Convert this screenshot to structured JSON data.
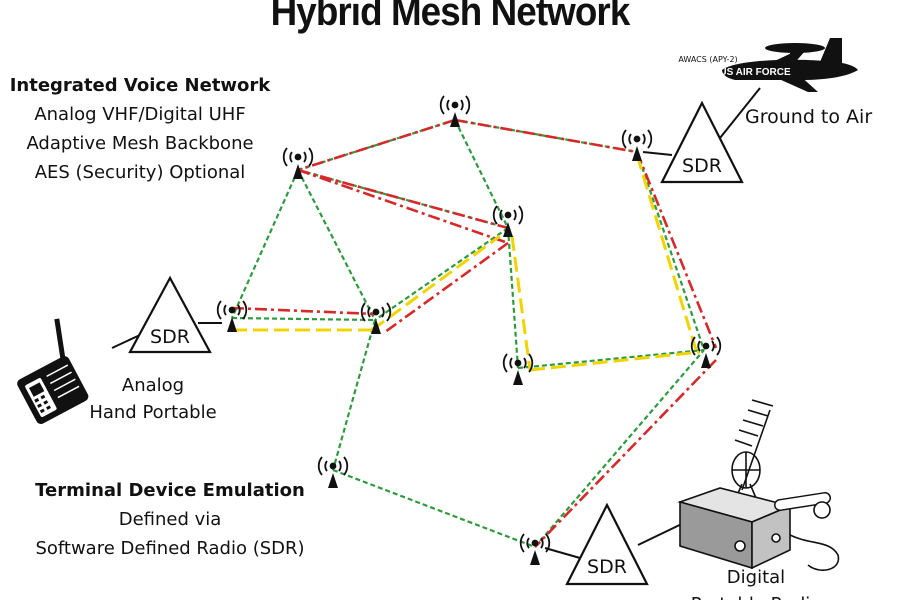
{
  "title": "Hybrid Mesh Network",
  "voice_network": {
    "heading": "Integrated Voice Network",
    "lines": [
      "Analog VHF/Digital UHF",
      "Adaptive Mesh Backbone",
      "AES (Security) Optional"
    ]
  },
  "terminal_emulation": {
    "heading": "Terminal Device Emulation",
    "lines": [
      "Defined via",
      "Software Defined Radio (SDR)"
    ]
  },
  "analog_label": [
    "Analog",
    "Hand Portable"
  ],
  "digital_label": [
    "Digital",
    "Portable Radio"
  ],
  "ground_to_air": "Ground to Air",
  "sdr_label": "SDR",
  "aircraft": {
    "model": "AWACS (APY-2)",
    "marking": "US AIR FORCE"
  },
  "colors": {
    "green_link": "#2e9a3e",
    "red_link": "#d42a2a",
    "yellow_link": "#f0d400",
    "ink": "#111111"
  }
}
